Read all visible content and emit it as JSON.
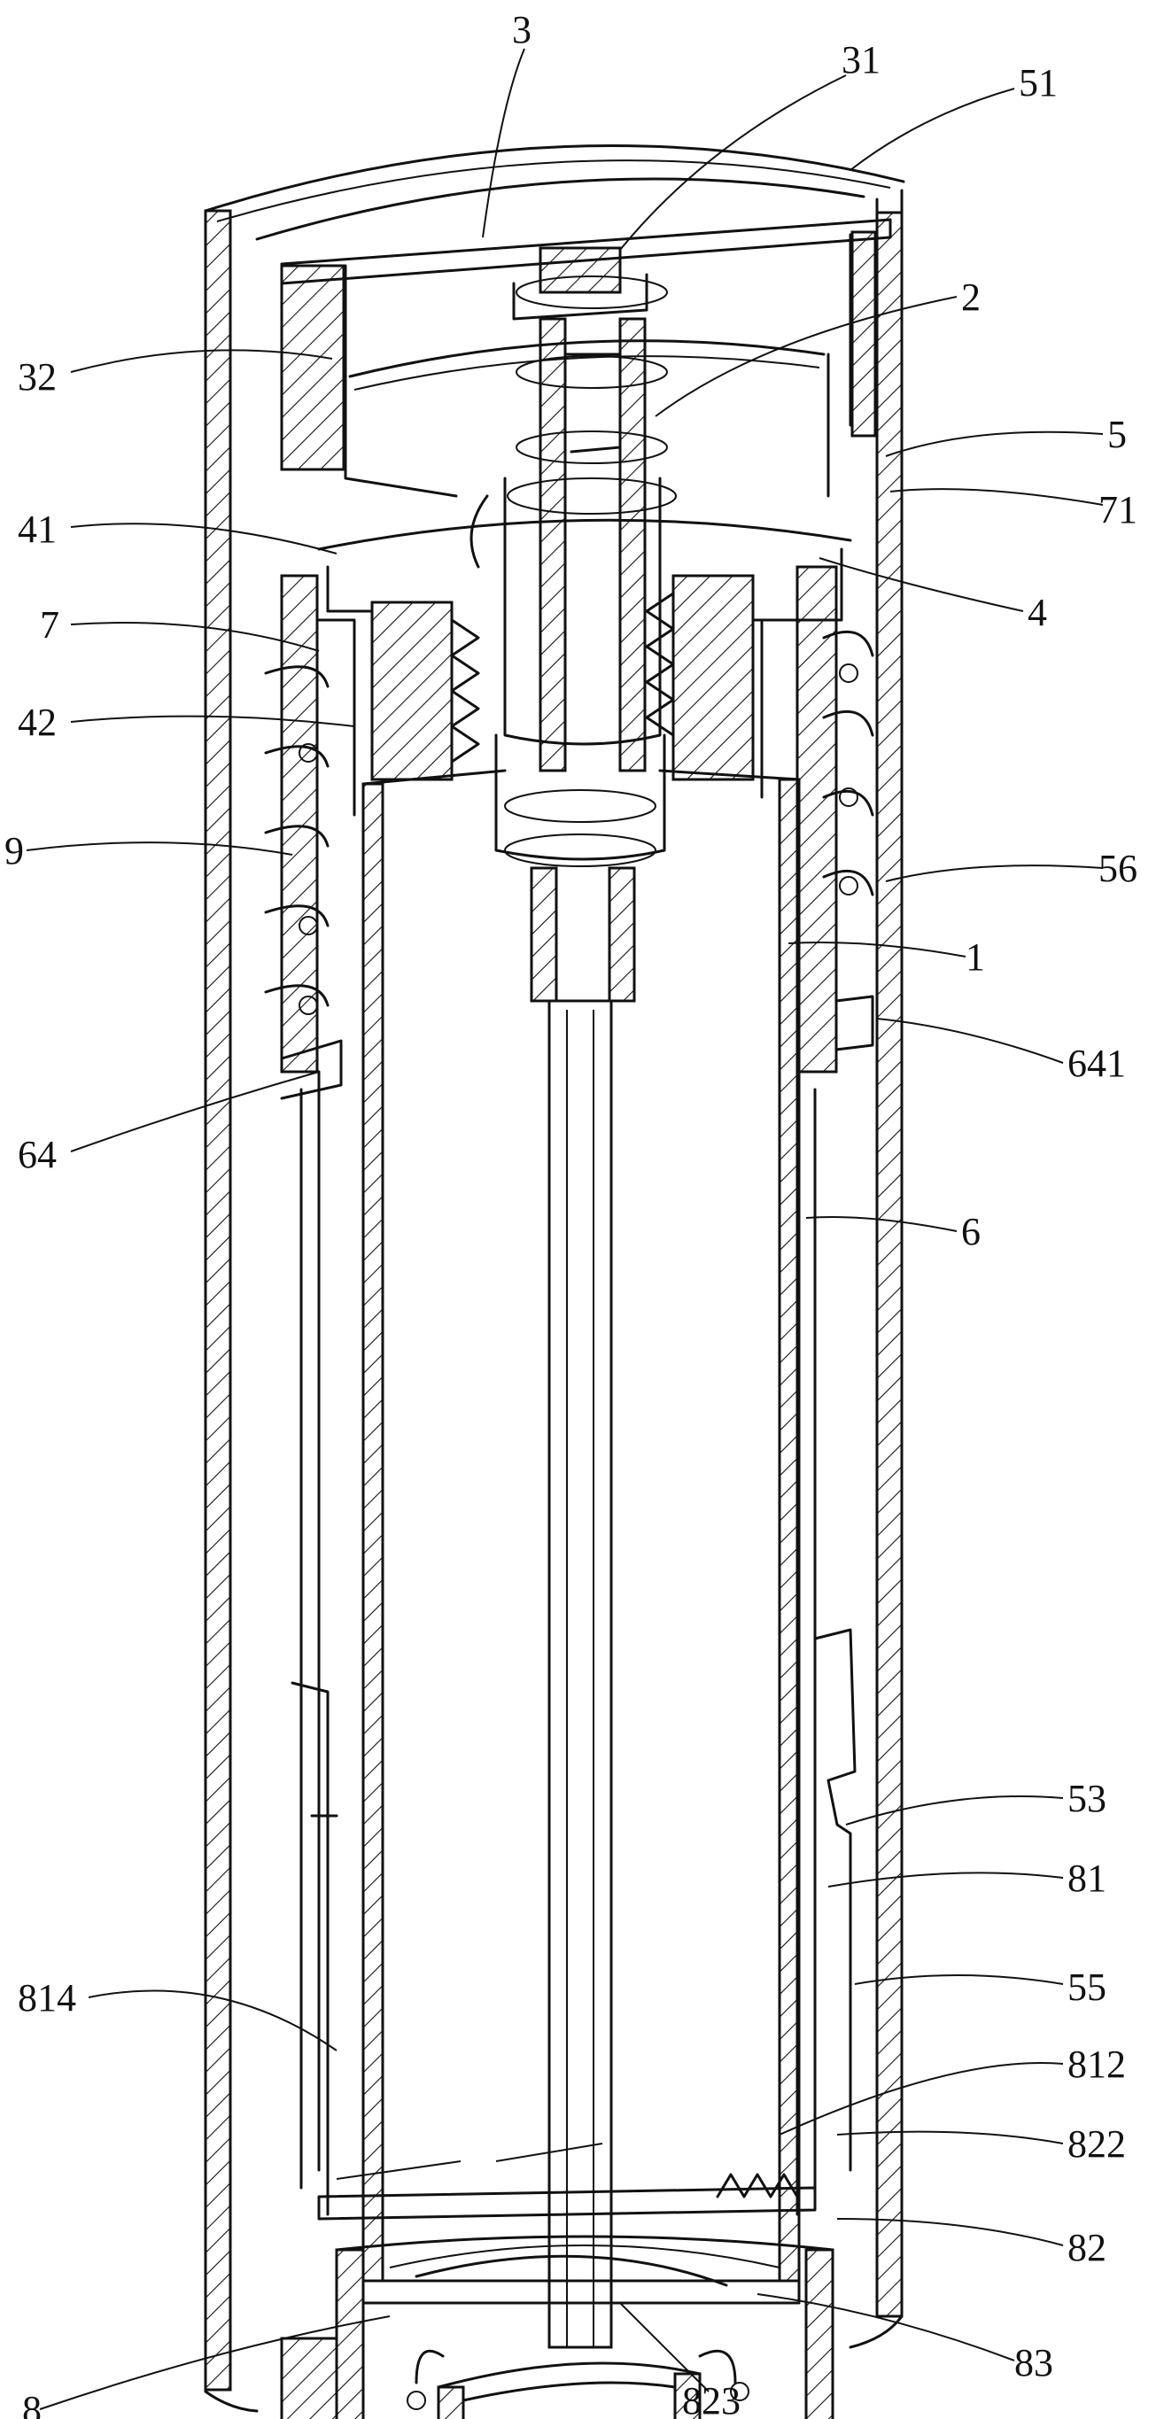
{
  "labels": [
    {
      "id": "3",
      "text": "3"
    },
    {
      "id": "31",
      "text": "31"
    },
    {
      "id": "51",
      "text": "51"
    },
    {
      "id": "32",
      "text": "32"
    },
    {
      "id": "2",
      "text": "2"
    },
    {
      "id": "5",
      "text": "5"
    },
    {
      "id": "71",
      "text": "71"
    },
    {
      "id": "41",
      "text": "41"
    },
    {
      "id": "4",
      "text": "4"
    },
    {
      "id": "7",
      "text": "7"
    },
    {
      "id": "42",
      "text": "42"
    },
    {
      "id": "9",
      "text": "9"
    },
    {
      "id": "56",
      "text": "56"
    },
    {
      "id": "1",
      "text": "1"
    },
    {
      "id": "641",
      "text": "641"
    },
    {
      "id": "64",
      "text": "64"
    },
    {
      "id": "6",
      "text": "6"
    },
    {
      "id": "53",
      "text": "53"
    },
    {
      "id": "81",
      "text": "81"
    },
    {
      "id": "814",
      "text": "814"
    },
    {
      "id": "55",
      "text": "55"
    },
    {
      "id": "812",
      "text": "812"
    },
    {
      "id": "822",
      "text": "822"
    },
    {
      "id": "82",
      "text": "82"
    },
    {
      "id": "8",
      "text": "8"
    },
    {
      "id": "83",
      "text": "83"
    },
    {
      "id": "823",
      "text": "823"
    }
  ]
}
